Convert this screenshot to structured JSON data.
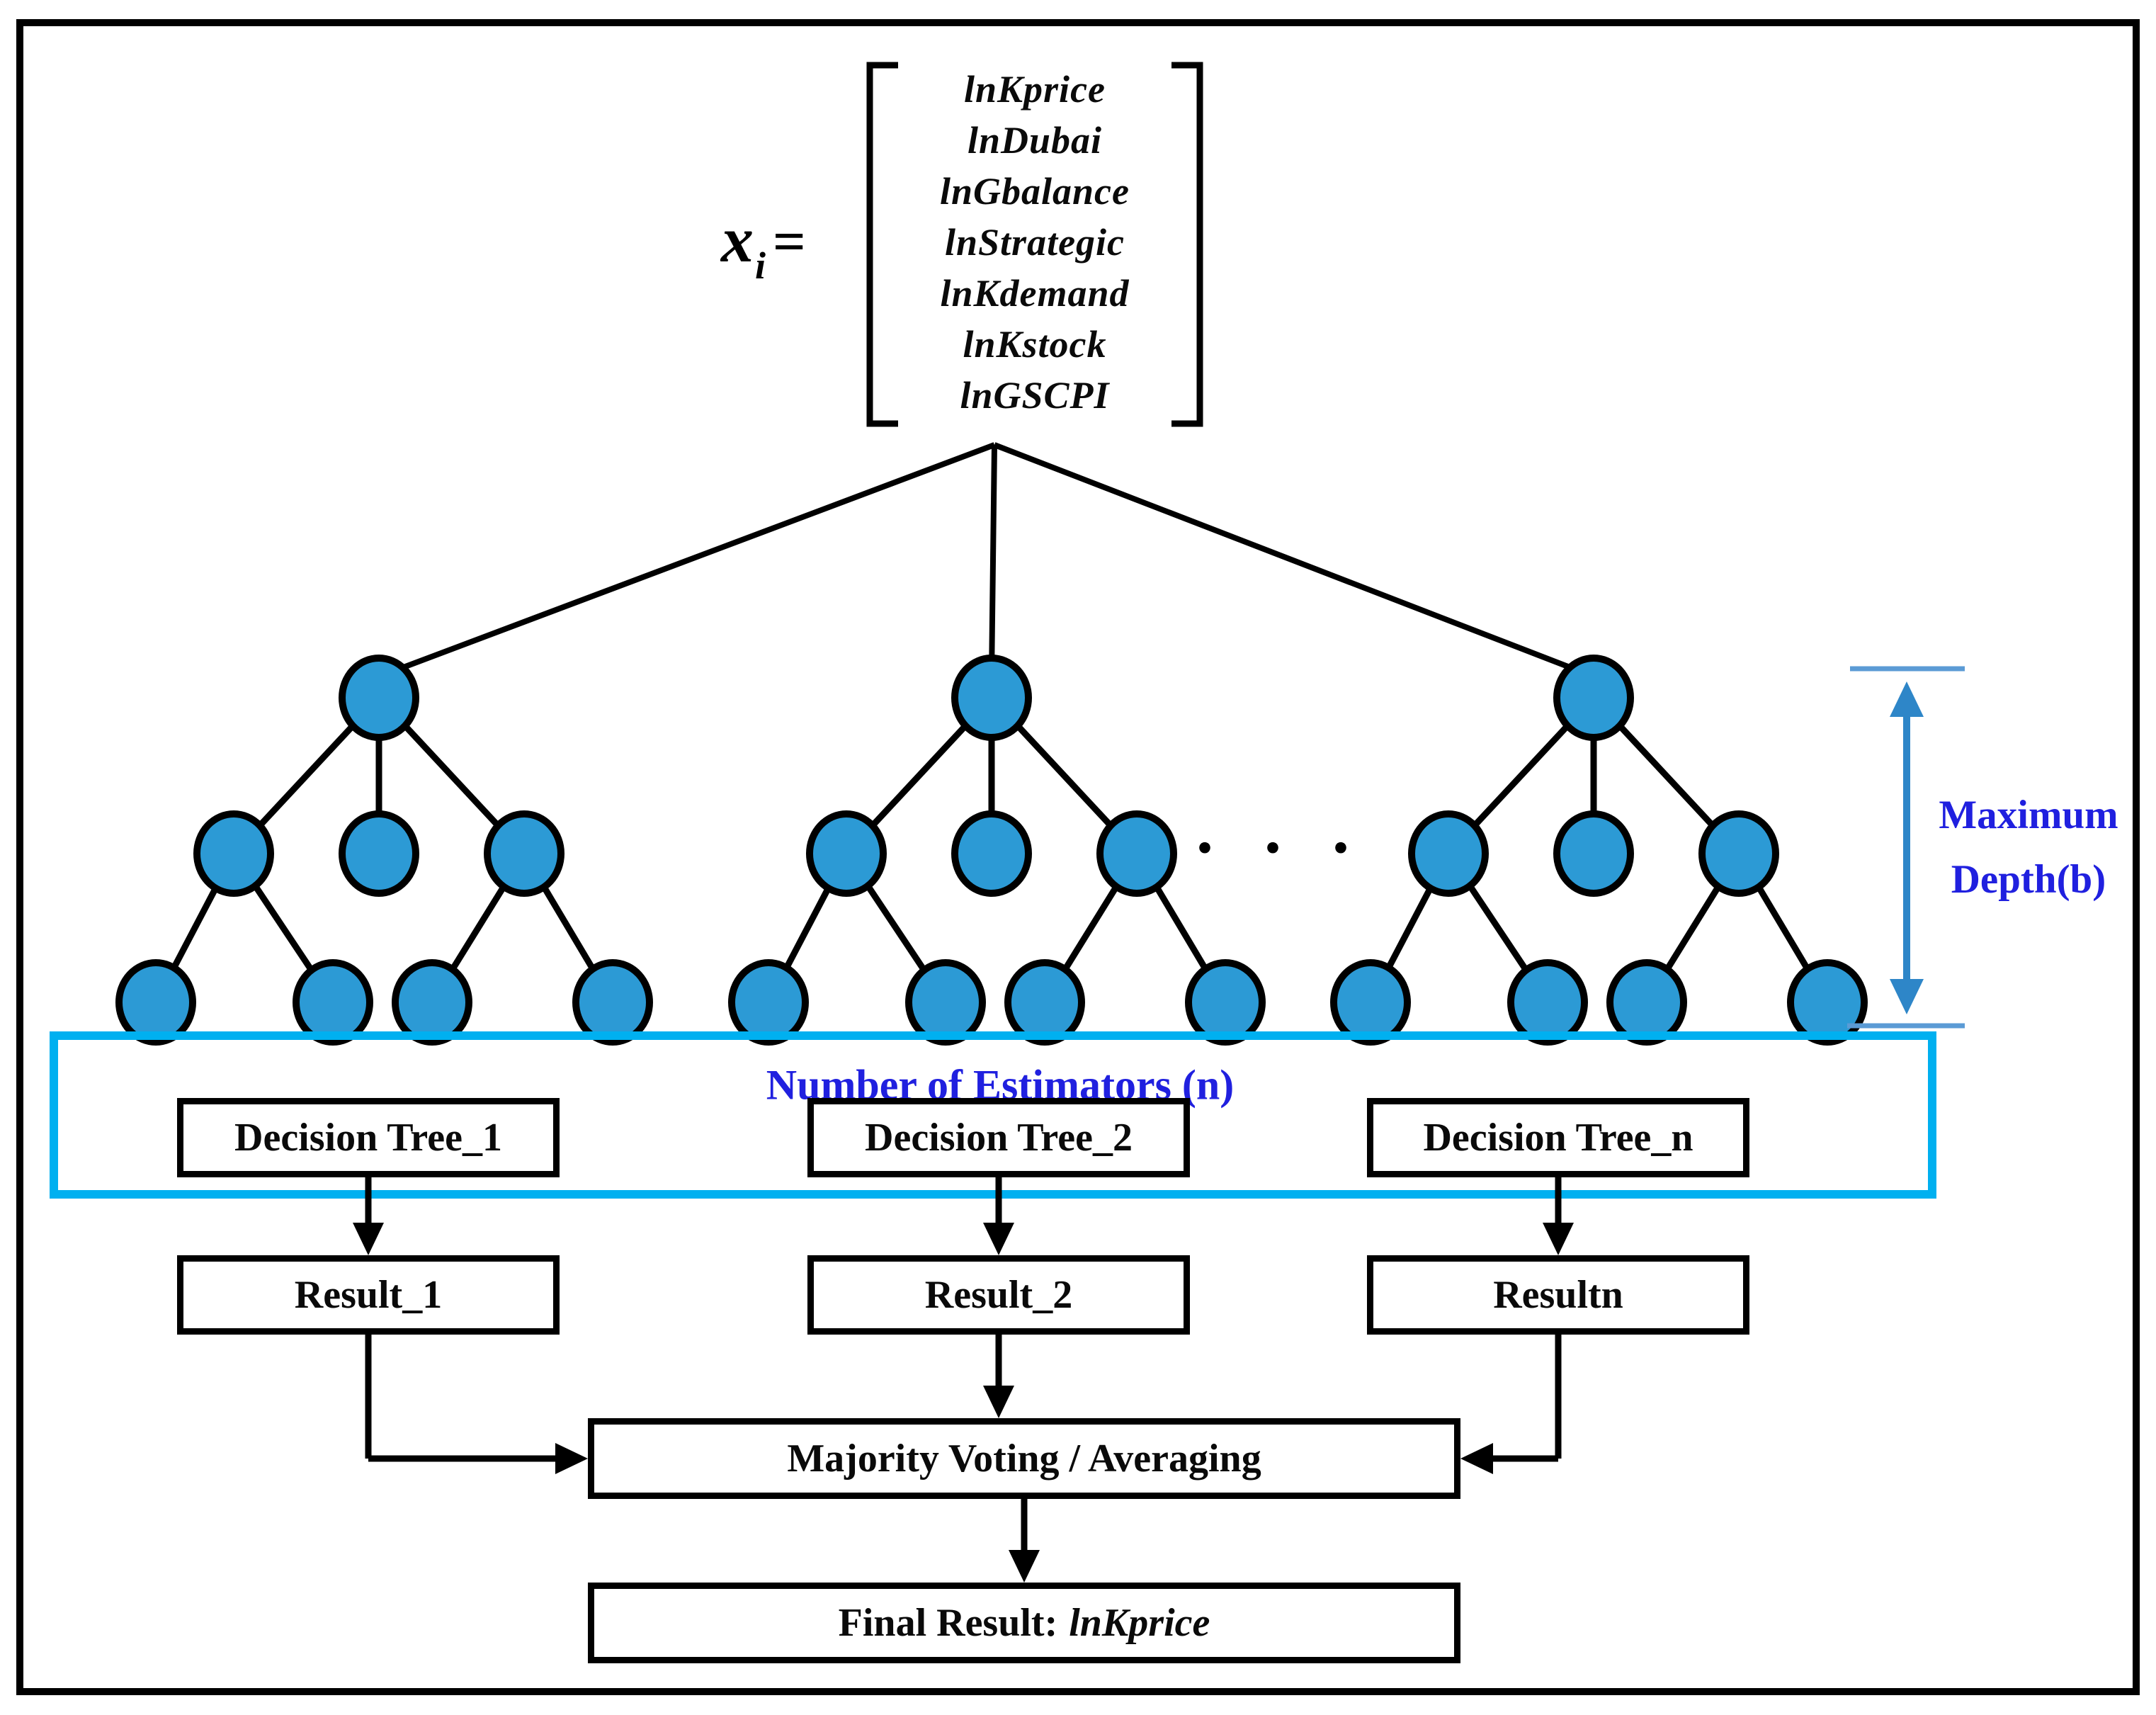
{
  "figure": {
    "equation": {
      "variable": "x",
      "subscript": "i",
      "equals": "=",
      "vector_rows": [
        "lnKprice",
        "lnDubai",
        "lnGbalance",
        "lnStrategic",
        "lnKdemand",
        "lnKstock",
        "lnGSCPI"
      ]
    },
    "annotations": {
      "estimators_label": "Number of Estimators (n)",
      "max_depth_line1": "Maximum",
      "max_depth_line2": "Depth(b)",
      "ellipsis": "· · ·"
    },
    "flow": {
      "decision_boxes": [
        "Decision Tree_1",
        "Decision Tree_2",
        "Decision Tree_n"
      ],
      "result_boxes": [
        "Result_1",
        "Result_2",
        "Resultn"
      ],
      "voting_label": "Majority Voting / Averaging",
      "final_label_prefix": "Final Result:",
      "final_label_value": "lnKprice"
    },
    "colors": {
      "background": "#FFFFFF",
      "node_fill": "#2C9AD5",
      "node_stroke": "#000000",
      "edge": "#000000",
      "box_border": "#000000",
      "cyan_frame": "#00B0F0",
      "blue_text": "#2020DF",
      "depth_arrow": "#2E86C8",
      "depth_tick": "#5B9BD5"
    }
  }
}
